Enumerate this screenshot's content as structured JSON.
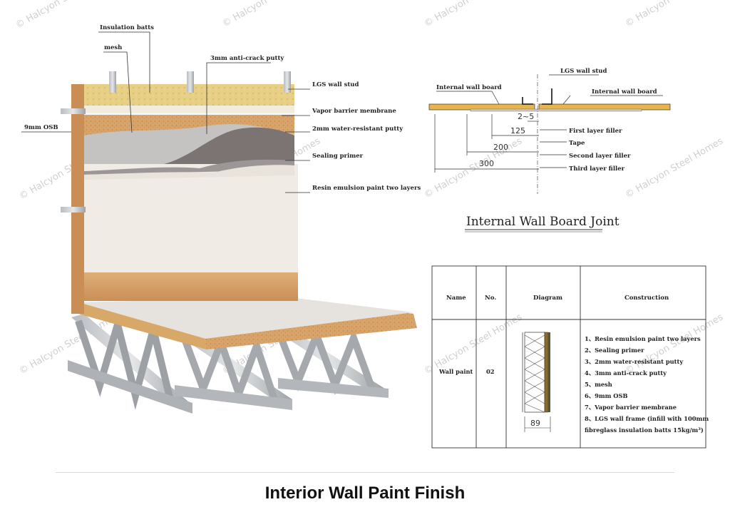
{
  "watermark": "© Halcyon Steel Homes",
  "callouts": {
    "insulation_batts": "Insulation batts",
    "mesh": "mesh",
    "anti_crack_putty": "3mm anti-crack putty",
    "osb": "9mm OSB",
    "lgs_wall_stud": "LGS wall stud",
    "vapor_barrier": "Vapor barrier membrane",
    "water_resistant_putty": "2mm water-resistant putty",
    "sealing_primer": "Sealing primer",
    "resin_paint": "Resin emulsion paint two layers"
  },
  "joint": {
    "title": "Internal Wall Board Joint",
    "board_left": "Internal wall board",
    "board_right": "Internal wall board",
    "stud": "LGS wall stud",
    "dim_gap": "2~5",
    "dim_125": "125",
    "dim_200": "200",
    "dim_300": "300",
    "first_filler": "First layer filler",
    "tape": "Tape",
    "second_filler": "Second layer filler",
    "third_filler": "Third layer filler"
  },
  "table": {
    "headers": [
      "Name",
      "No.",
      "Diagram",
      "Construction"
    ],
    "row": {
      "name": "Wall paint",
      "no": "02",
      "diagram_dim": "89",
      "construction": [
        "1、Resin emulsion paint two layers",
        "2、Sealing primer",
        "3、2mm water-resistant putty",
        "4、3mm anti-crack putty",
        "5、mesh",
        "6、9mm OSB",
        "7、Vapor barrier membrane",
        "8、LGS wall frame (infill with 100mm",
        "fibreglass insulation batts 15kg/m³)"
      ]
    }
  },
  "caption": "Interior Wall Paint Finish"
}
